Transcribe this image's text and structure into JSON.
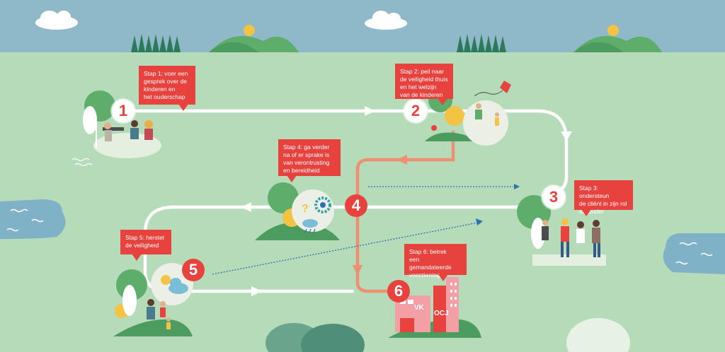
{
  "steps": [
    {
      "number": "1",
      "text": "Stap 1: voer een\ngesprek over de\nkinderen en\nhet ouderschap"
    },
    {
      "number": "2",
      "text": "Stap 2: peil naar\nde veiligheid thuis\nen het welzijn\nvan de kinderen"
    },
    {
      "number": "3",
      "text": "Stap 3: ondersteun\nde cliënt in zijn rol\nals ouder"
    },
    {
      "number": "4",
      "text": "Stap 4: ga verder\nna of er sprake is\nvan verontrusting\nen bereidheid"
    },
    {
      "number": "5",
      "text": "Stap 5: herstel\nde veiligheid"
    },
    {
      "number": "6",
      "text": "Stap 6: betrek\neen gemandateerde\nvoorziening"
    }
  ],
  "buildings": {
    "left_label": "VK",
    "right_label": "OCJ"
  },
  "icons": [
    "question-mark-icon",
    "gear-icon",
    "rain-cloud-icon",
    "sun-icon",
    "cloud-icon",
    "kite-icon"
  ],
  "colors": {
    "sky": "#8fb9c9",
    "ground": "#b5dbb8",
    "accent_red": "#e8423f",
    "path_white": "#ffffff",
    "path_orange": "#ef8f72",
    "dotted_blue": "#2f6fb3",
    "water": "#7fb2c6",
    "tree_green": "#5fad6b",
    "sun_yellow": "#f5c343"
  }
}
